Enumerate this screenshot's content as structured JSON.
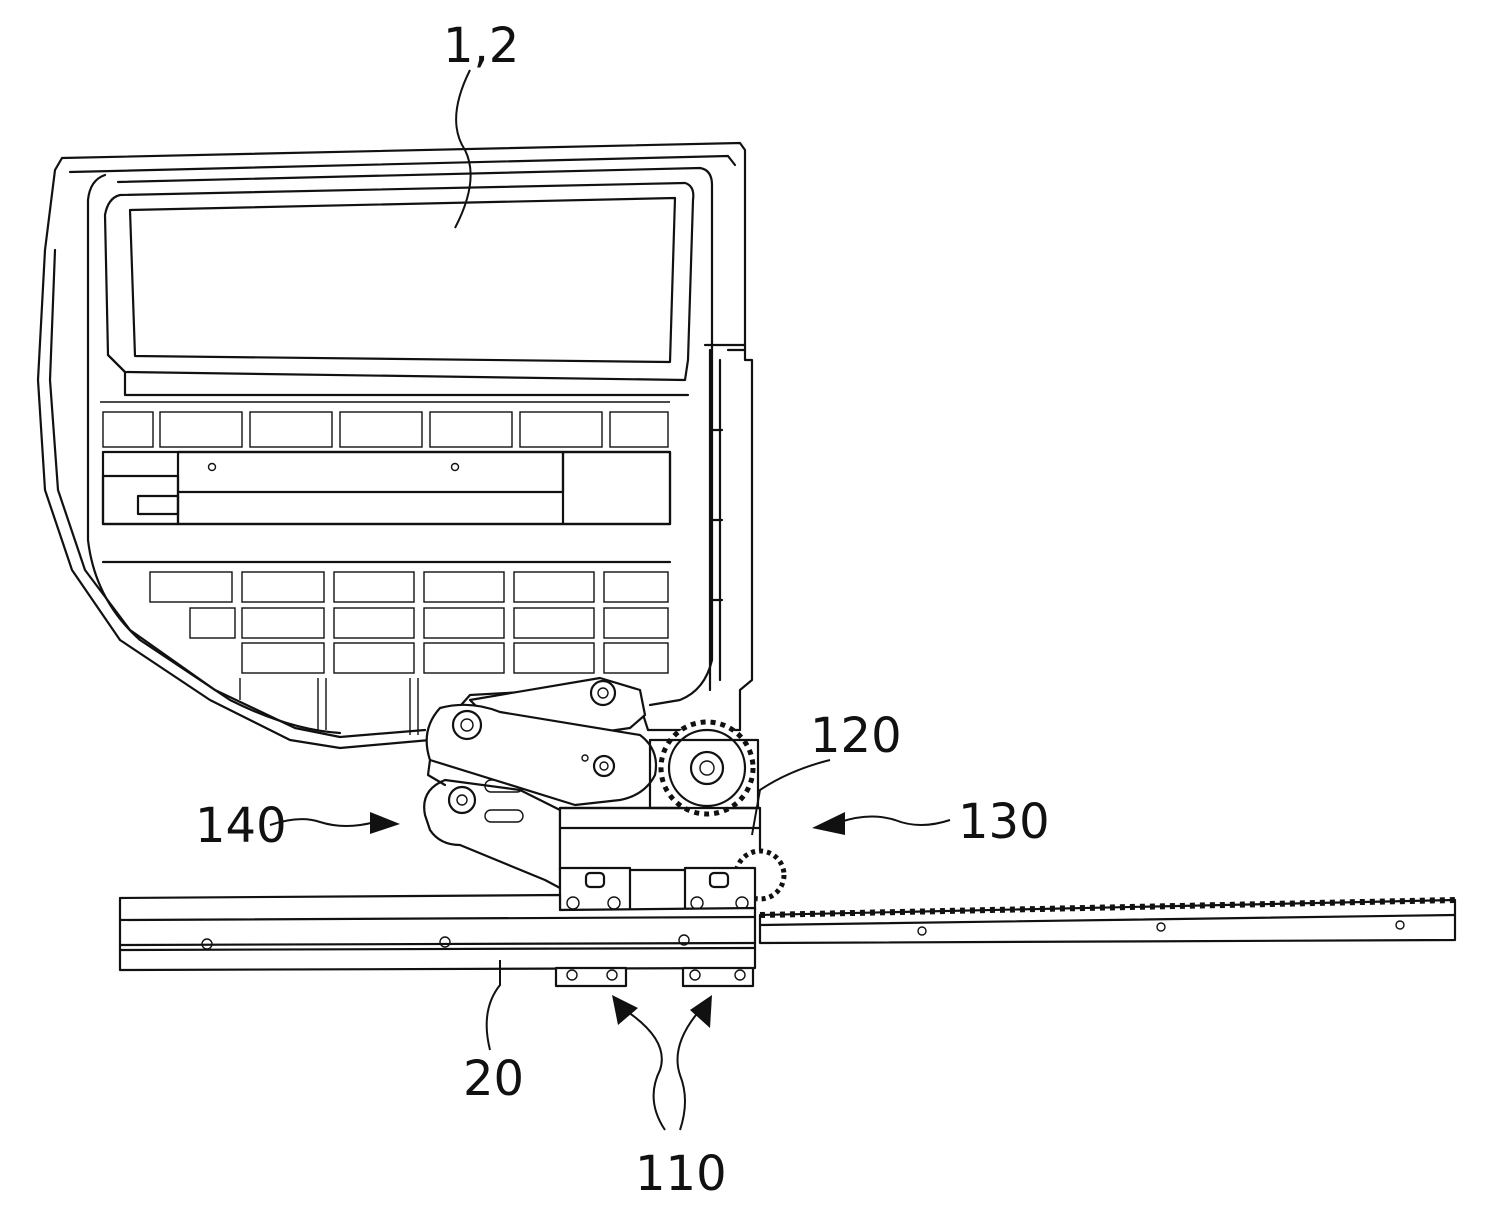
{
  "labels": {
    "door": "1,2",
    "guide_rail": "20",
    "rollers": "110",
    "gear_housing": "120",
    "pinion_rack": "130",
    "link": "140"
  }
}
